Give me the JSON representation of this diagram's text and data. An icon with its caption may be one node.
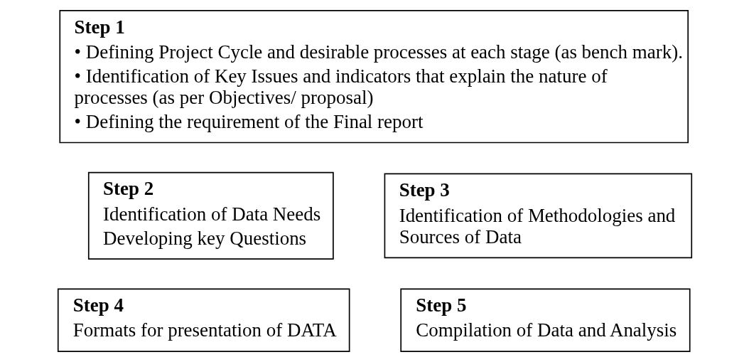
{
  "diagram": {
    "nodes": [
      {
        "text": [
          "Step 1",
          "• Defining Project Cycle and desirable processes at each stage (as bench mark).",
          "• Identification of Key Issues and indicators that explain the nature of processes (as per Objectives/ proposal)",
          "• Defining the requirement of the Final report"
        ]
      },
      {
        "text": [
          "Step 2",
          "Identification of Data Needs",
          "Developing key Questions"
        ]
      },
      {
        "text": [
          "Step 3",
          "Identification of Methodologies and Sources of Data"
        ]
      },
      {
        "text": [
          "Step 4",
          "Formats for presentation of DATA"
        ]
      },
      {
        "text": [
          "Step 5",
          "Compilation of Data and Analysis"
        ]
      }
    ]
  }
}
